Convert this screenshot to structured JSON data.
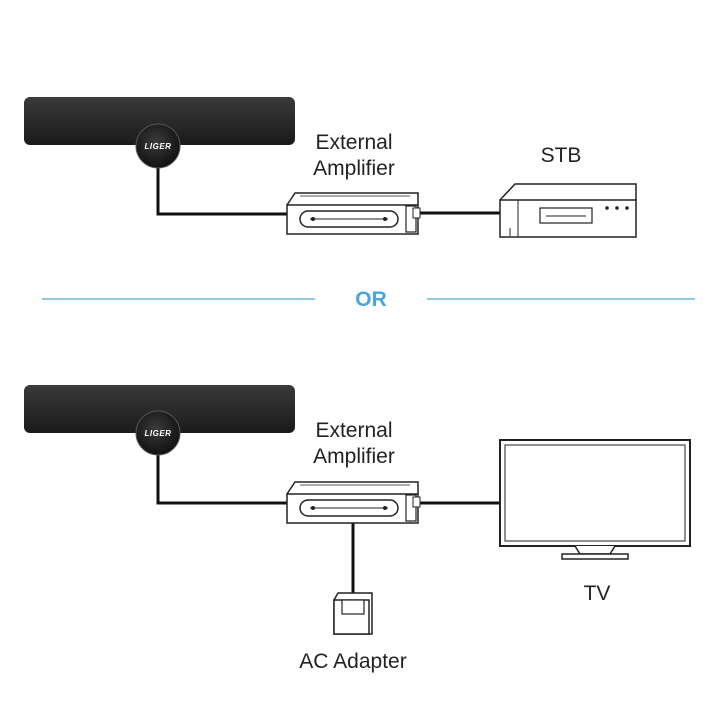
{
  "top": {
    "antenna_brand": "LIGER",
    "amplifier_label_line1": "External",
    "amplifier_label_line2": "Amplifier",
    "device_label": "STB"
  },
  "divider": {
    "label": "OR",
    "color": "#4da3db"
  },
  "bottom": {
    "antenna_brand": "LIGER",
    "amplifier_label_line1": "External",
    "amplifier_label_line2": "Amplifier",
    "device_label": "TV",
    "adapter_label": "AC Adapter"
  }
}
